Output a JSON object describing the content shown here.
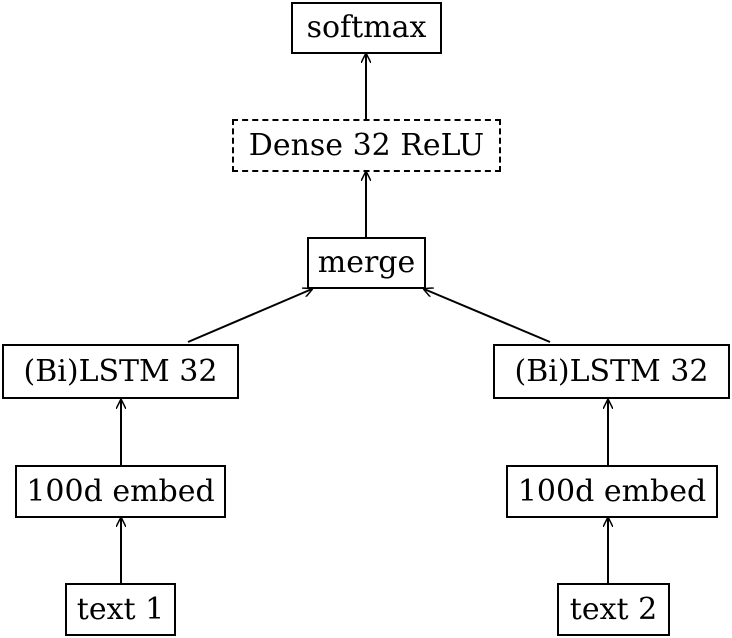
{
  "diagram": {
    "nodes": {
      "softmax": "softmax",
      "dense": "Dense 32 ReLU",
      "merge": "merge",
      "lstm_left": "(Bi)LSTM 32",
      "lstm_right": "(Bi)LSTM 32",
      "embed_left": "100d embed",
      "embed_right": "100d embed",
      "text_left": "text 1",
      "text_right": "text 2"
    },
    "edges": [
      [
        "text_left",
        "embed_left"
      ],
      [
        "embed_left",
        "lstm_left"
      ],
      [
        "lstm_left",
        "merge"
      ],
      [
        "text_right",
        "embed_right"
      ],
      [
        "embed_right",
        "lstm_right"
      ],
      [
        "lstm_right",
        "merge"
      ],
      [
        "merge",
        "dense"
      ],
      [
        "dense",
        "softmax"
      ]
    ],
    "dense_border": "dashed",
    "line_color": "#000000"
  }
}
